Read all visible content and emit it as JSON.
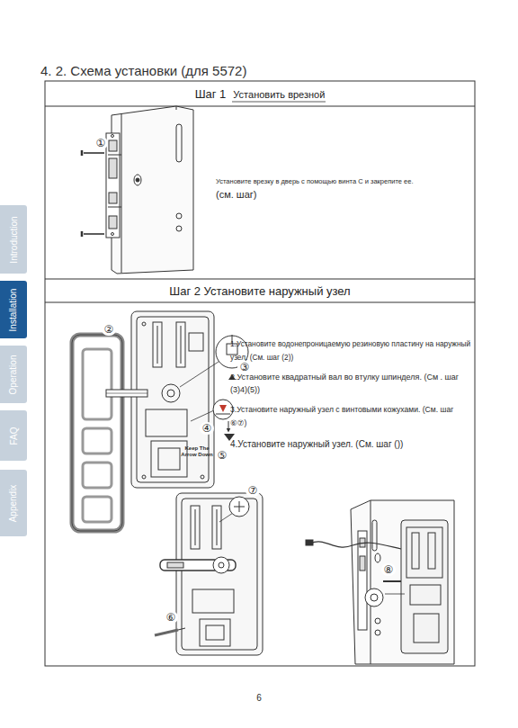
{
  "diagram": {
    "title": "4. 2. Схема установки (для 5572)",
    "nodes": [
      {
        "text": [
          "Шаг 1",
          "Установить врезной"
        ]
      },
      {
        "text": [
          "Шаг 2 Установите наружный узел"
        ]
      },
      {
        "text": [
          "Introduction"
        ]
      },
      {
        "text": [
          "Installation"
        ]
      },
      {
        "text": [
          "Operation"
        ]
      },
      {
        "text": [
          "FAQ"
        ]
      },
      {
        "text": [
          "Appendix"
        ]
      }
    ],
    "labels": [
      "Установите врезку в дверь с помощью винта С и закрепите ее.",
      "(см. шаг)",
      "1.Установите водонепроницаемую резиновую пластину на наружный узел. (См. шаг (2))",
      "2.Установите квадратный вал во втулку шпинделя. (См . шаг (3)4)(5))",
      "3.Установите наружный узел с винтовыми кожухами. (См. шаг ⑥⑦)",
      "4.Установите наружный узел. (См. шаг ())",
      "①",
      "②",
      "③",
      "④",
      "⑤",
      "⑥",
      "⑦",
      "⑧",
      "Keep The Arrow Down",
      "6"
    ]
  }
}
